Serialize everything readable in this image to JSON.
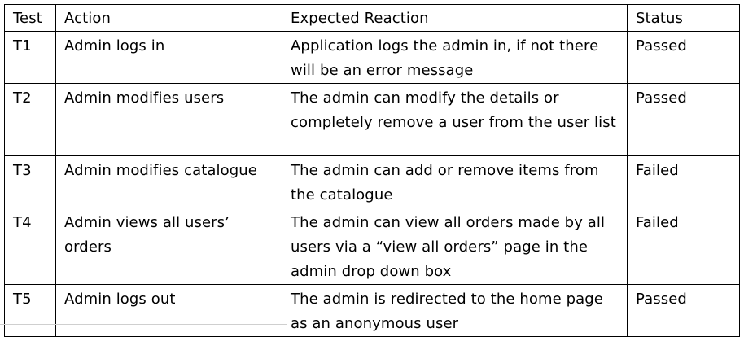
{
  "table": {
    "headers": {
      "test": "Test",
      "action": "Action",
      "expected": "Expected Reaction",
      "status": "Status"
    },
    "rows": [
      {
        "test": "T1",
        "action": "Admin logs in",
        "expected": "Application logs the admin in, if not there will be an error message",
        "status": "Passed"
      },
      {
        "test": "T2",
        "action": "Admin modifies users",
        "expected": "The admin can modify the details or completely remove a user from the user list",
        "status": "Passed"
      },
      {
        "test": "T3",
        "action": "Admin modifies catalogue",
        "expected": "The admin can add or remove items from the catalogue",
        "status": "Failed"
      },
      {
        "test": "T4",
        "action": "Admin views all users’ orders",
        "expected": "The admin can view all orders made by all users via a “view all orders” page in the admin drop down box",
        "status": "Failed"
      },
      {
        "test": "T5",
        "action": "Admin logs out",
        "expected": "The admin is redirected to the home page as an anonymous user",
        "status": "Passed"
      }
    ]
  }
}
